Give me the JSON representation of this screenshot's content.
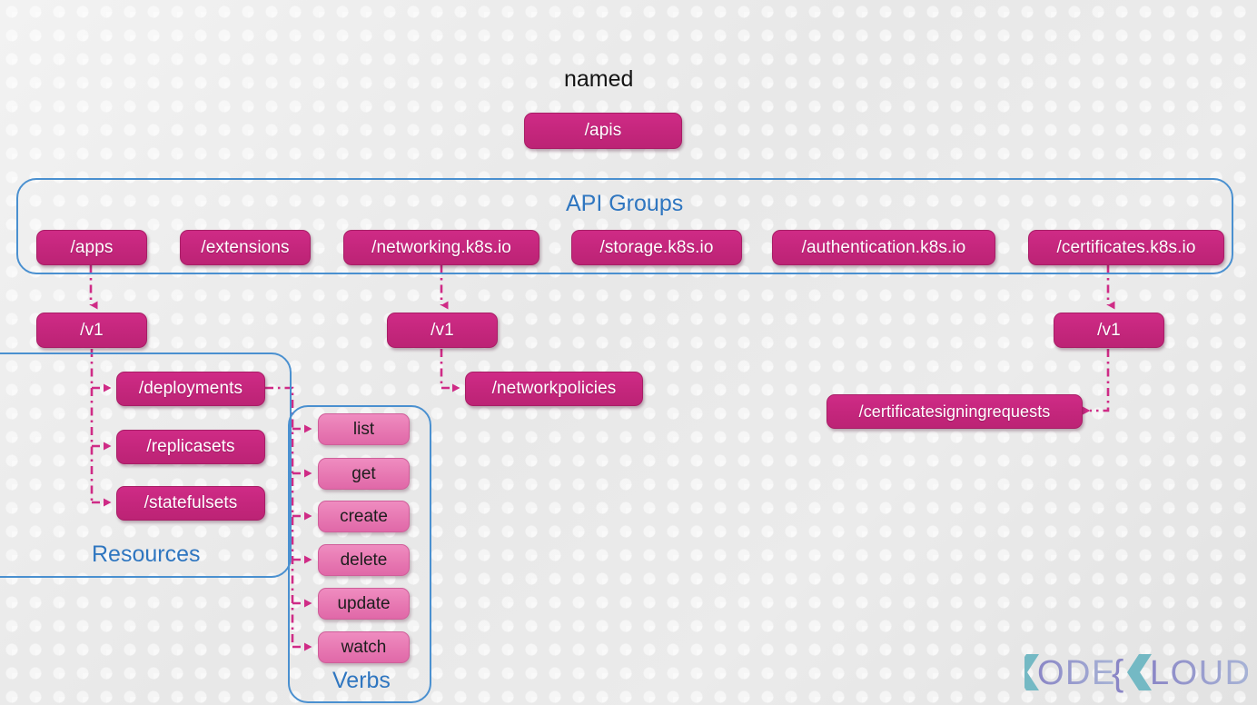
{
  "diagram": {
    "title_note": "named",
    "root": {
      "label": "/apis"
    },
    "api_groups": {
      "label": "API Groups",
      "items": [
        {
          "label": "/apps"
        },
        {
          "label": "/extensions"
        },
        {
          "label": "/networking.k8s.io"
        },
        {
          "label": "/storage.k8s.io"
        },
        {
          "label": "/authentication.k8s.io"
        },
        {
          "label": "/certificates.k8s.io"
        }
      ]
    },
    "versions": [
      {
        "label": "/v1",
        "branch": "apps"
      },
      {
        "label": "/v1",
        "branch": "networking"
      },
      {
        "label": "/v1",
        "branch": "certificates"
      }
    ],
    "resources": {
      "label": "Resources",
      "items": [
        {
          "label": "/deployments"
        },
        {
          "label": "/replicasets"
        },
        {
          "label": "/statefulsets"
        }
      ]
    },
    "standalone_resources": [
      {
        "label": "/networkpolicies"
      },
      {
        "label": "/certificatesigningrequests"
      }
    ],
    "verbs": {
      "label": "Verbs",
      "items": [
        {
          "label": "list"
        },
        {
          "label": "get"
        },
        {
          "label": "create"
        },
        {
          "label": "delete"
        },
        {
          "label": "update"
        },
        {
          "label": "watch"
        }
      ]
    }
  },
  "branding": {
    "logo_text_part1": "ODE",
    "logo_text_part2": "LOUD",
    "logo_k_glyph": "K",
    "logo_brace_glyph": "{"
  },
  "colors": {
    "node_magenta": "#c4267c",
    "verb_pink": "#e778b2",
    "container_blue": "#4a90d0",
    "label_blue": "#2f76c0",
    "background": "#ededed",
    "logo_teal": "#74b9c4",
    "logo_purple": "#7b7fc0"
  }
}
